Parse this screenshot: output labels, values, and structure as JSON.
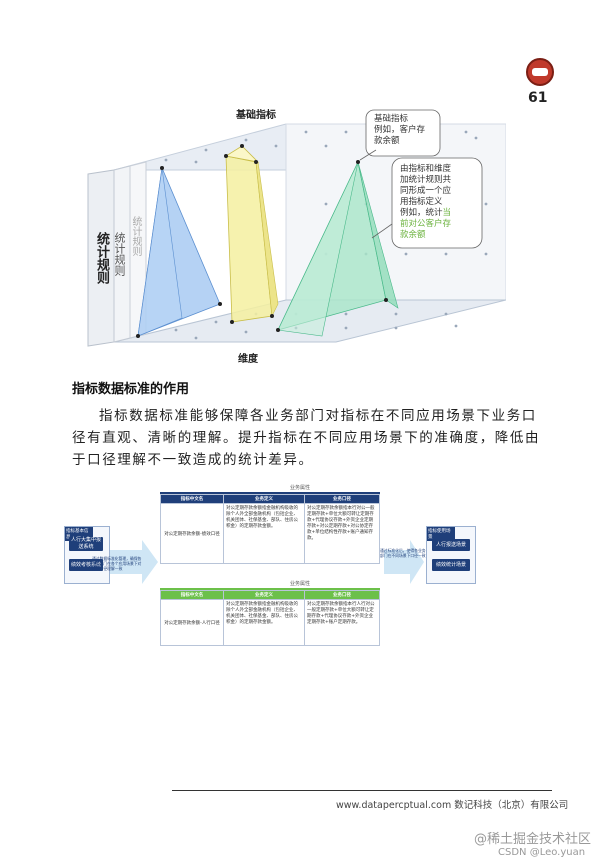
{
  "page": {
    "number": "61",
    "section_title": "指标数据标准的作用",
    "paragraph": "指标数据标准能够保障各业务部门对指标在不同应用场景下业务口径有直观、清晰的理解。提升指标在不同应用场景下的准确度，降低由于口径理解不一致造成的统计差异。",
    "footer": "www.datapercptual.com 数记科技（北京）有限公司",
    "watermark_main": "@稀土掘金技术社区",
    "watermark_sub": "CSDN @Leo.yuan"
  },
  "figure1": {
    "top_label": "基础指标",
    "bottom_label": "维度",
    "wall_label_bold": "统计规则",
    "wall_label_1": "统计规则",
    "wall_label_2": "统计规则",
    "callout1": [
      "基础指标",
      "例如，客户存",
      "款余额"
    ],
    "callout2_plain": [
      "由指标和维度",
      "加统计规则共",
      "同形成一个应",
      "用指标定义",
      "例如，统计"
    ],
    "callout2_highlight": [
      "当",
      "前对公客户存",
      "款余额"
    ],
    "colors": {
      "blue": "#9cc3f0",
      "yellow": "#f5f0a0",
      "green": "#a8e6c8",
      "grid": "#dfe6ef"
    }
  },
  "figure2": {
    "left_panel_title": "指标基本信息",
    "left_btn1": "人行大集中报送系统",
    "left_btn2": "绩效考核系统",
    "arrow_note": "通过数据标准化管理，确保各业务部门在各个应用场景下对指标口径理解一致",
    "right_panel_title": "指标使用场景",
    "right_btn1": "人行报送场景",
    "right_btn2": "绩效统计场景",
    "right_note": "通过标准化后，使得各业务部门在不同场景下口径一致",
    "table_group_title": "业务属性",
    "table_cols": [
      "指标中文名",
      "业务定义",
      "业务口径"
    ],
    "row1": [
      "对公定期存款余额-绩效口径",
      "对公定期存款余额指金融机构吸收的除个人外全部金融机构（包括企业、机关团体、社保基金、部队、住房公积金）的定期存款金额。",
      "对公定期存款余额指本行对公一般定期存款+单位大额可转让定期存款+代理协议存款+外资企业定期存款+对公定期存款+对公协定存款+单位结构性存款+账户通知存款。"
    ],
    "row2": [
      "对公定期存款余额-人行口径",
      "对公定期存款余额指金融机构吸收的除个人外全部金融机构（包括企业、机关团体、社保基金、部队、住房公积金）的定期存款金额。",
      "对公定期存款余额指本行人行对公一般定期存款+单位大额可转让定期存款+代理协议存款+外资企业定期存款+账户定期存款。"
    ]
  }
}
